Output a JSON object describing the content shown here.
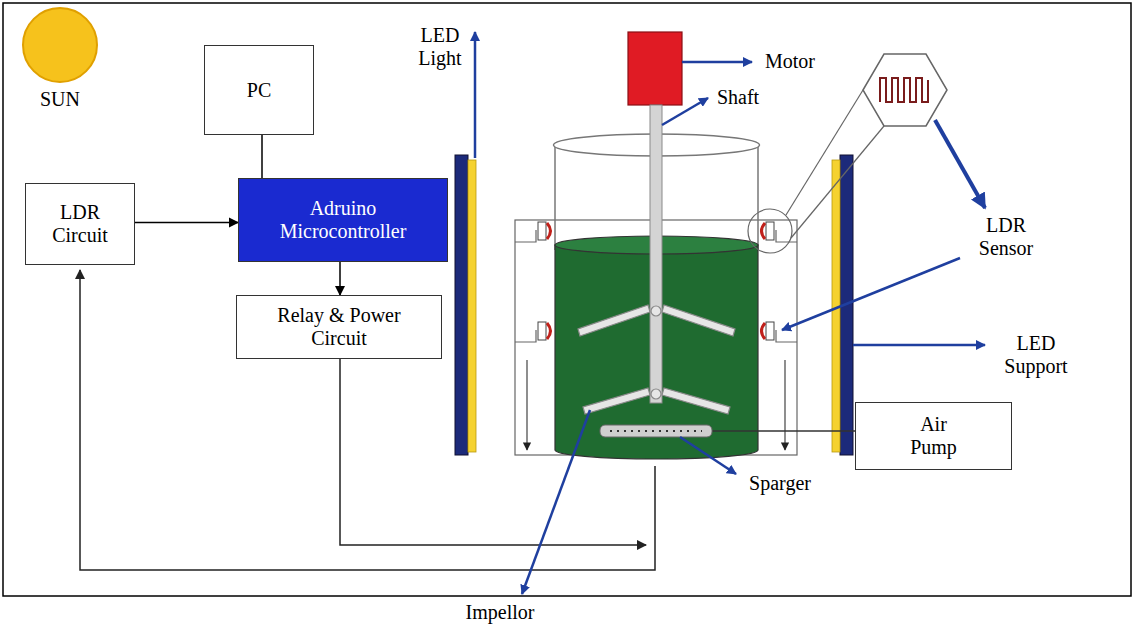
{
  "diagram": {
    "nodes": [
      {
        "text": [
          "PC"
        ]
      },
      {
        "text": [
          "LDR Circuit"
        ]
      },
      {
        "text": [
          "Adruino Microcontroller"
        ]
      },
      {
        "text": [
          "Relay & Power Circuit"
        ]
      },
      {
        "text": [
          "Air Pump"
        ]
      }
    ],
    "edges": [
      {
        "from": 0,
        "to": 2,
        "arrow": "none"
      },
      {
        "from": 1,
        "to": 2,
        "arrow": "to"
      },
      {
        "from": 2,
        "to": 3,
        "arrow": "to"
      }
    ],
    "labels": [
      "SUN",
      "LED Light",
      "Motor",
      "Shaft",
      "LDR Sensor",
      "LED Support",
      "Sparger",
      "Impellor"
    ]
  }
}
